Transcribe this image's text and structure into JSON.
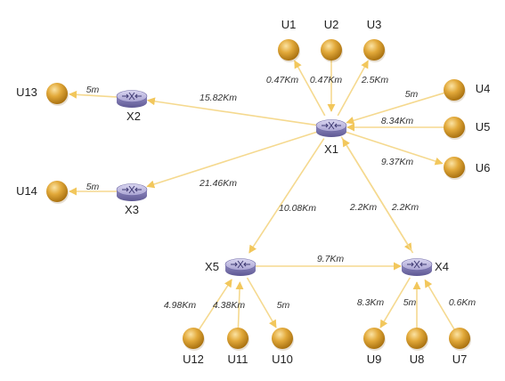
{
  "diagram": {
    "routers": [
      {
        "id": "X1",
        "label": "X1"
      },
      {
        "id": "X2",
        "label": "X2"
      },
      {
        "id": "X3",
        "label": "X3"
      },
      {
        "id": "X4",
        "label": "X4"
      },
      {
        "id": "X5",
        "label": "X5"
      }
    ],
    "users": [
      {
        "id": "U1",
        "label": "U1"
      },
      {
        "id": "U2",
        "label": "U2"
      },
      {
        "id": "U3",
        "label": "U3"
      },
      {
        "id": "U4",
        "label": "U4"
      },
      {
        "id": "U5",
        "label": "U5"
      },
      {
        "id": "U6",
        "label": "U6"
      },
      {
        "id": "U7",
        "label": "U7"
      },
      {
        "id": "U8",
        "label": "U8"
      },
      {
        "id": "U9",
        "label": "U9"
      },
      {
        "id": "U10",
        "label": "U10"
      },
      {
        "id": "U11",
        "label": "U11"
      },
      {
        "id": "U12",
        "label": "U12"
      },
      {
        "id": "U13",
        "label": "U13"
      },
      {
        "id": "U14",
        "label": "U14"
      }
    ],
    "links": [
      {
        "from": "X1",
        "to": "X2",
        "distance": "15.82Km"
      },
      {
        "from": "X1",
        "to": "X3",
        "distance": "21.46Km"
      },
      {
        "from": "X1",
        "to": "X5",
        "distance": "10.08Km"
      },
      {
        "from": "X1",
        "to": "X4",
        "distance": "2.2Km"
      },
      {
        "from": "X4",
        "to": "X1",
        "distance": "2.2Km"
      },
      {
        "from": "X5",
        "to": "X4",
        "distance": "9.7Km"
      },
      {
        "from": "X1",
        "to": "U1",
        "distance": "0.47Km"
      },
      {
        "from": "U2",
        "to": "X1",
        "distance": "0.47Km"
      },
      {
        "from": "X1",
        "to": "U3",
        "distance": "2.5Km"
      },
      {
        "from": "U4",
        "to": "X1",
        "distance": "5m"
      },
      {
        "from": "U5",
        "to": "X1",
        "distance": "8.34Km"
      },
      {
        "from": "X1",
        "to": "U6",
        "distance": "9.37Km"
      },
      {
        "from": "X2",
        "to": "U13",
        "distance": "5m"
      },
      {
        "from": "X3",
        "to": "U14",
        "distance": "5m"
      },
      {
        "from": "U12",
        "to": "X5",
        "distance": "4.98Km"
      },
      {
        "from": "U11",
        "to": "X5",
        "distance": "4.38Km"
      },
      {
        "from": "X5",
        "to": "U10",
        "distance": "5m"
      },
      {
        "from": "X4",
        "to": "U9",
        "distance": "8.3Km"
      },
      {
        "from": "U8",
        "to": "X4",
        "distance": "5m"
      },
      {
        "from": "U7",
        "to": "X4",
        "distance": "0.6Km"
      }
    ],
    "colors": {
      "link": "#f5d98f",
      "arrow": "#f2c75c",
      "user_node": "#d99a1e",
      "router": "#8c86b8"
    }
  }
}
